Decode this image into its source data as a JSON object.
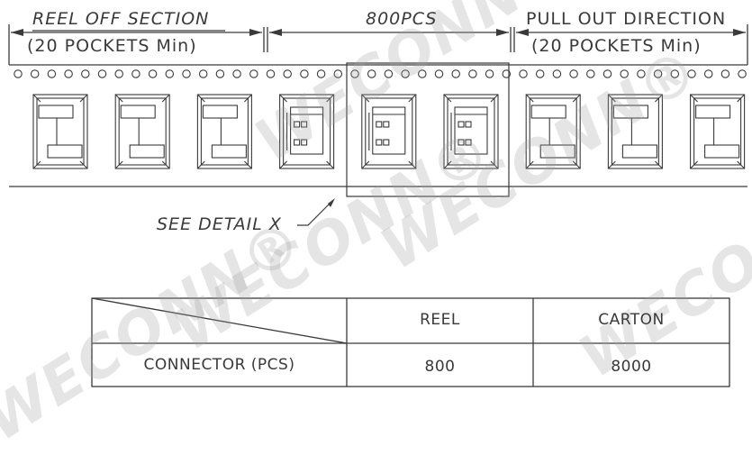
{
  "labels": {
    "reel_off": "REEL OFF SECTION",
    "reel_off_sub": "(20 POCKETS Min)",
    "center_qty": "800PCS",
    "pull_out": "PULL OUT DIRECTION",
    "pull_out_sub": "(20 POCKETS Min)",
    "detail": "SEE DETAIL X"
  },
  "tape": {
    "pockets_total": 9,
    "filled_pockets": [
      4,
      5,
      6
    ]
  },
  "table": {
    "columns": [
      "REEL",
      "CARTON"
    ],
    "row_label": "CONNECTOR (PCS)",
    "values": [
      "800",
      "8000"
    ]
  },
  "watermark": "WECONN®",
  "colors": {
    "line": "#3a3a3a",
    "background": "#ffffff",
    "watermark": "#a0a0a0"
  }
}
